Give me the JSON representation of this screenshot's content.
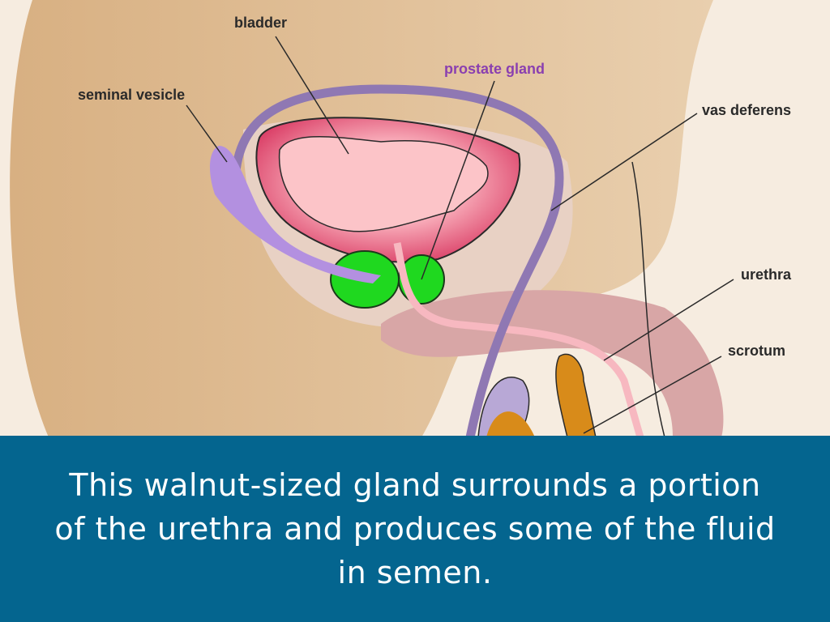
{
  "diagram": {
    "labels": {
      "bladder": "bladder",
      "prostate_gland": "prostate gland",
      "seminal_vesicle": "seminal vesicle",
      "vas_deferens": "vas deferens",
      "urethra": "urethra",
      "scrotum": "scrotum"
    },
    "colors": {
      "prostate": "#1fd81f",
      "bladder_wall": "#d93a63",
      "bladder_inner": "#fcc4c8",
      "vas_deferens": "#8f78b3",
      "seminal_vesicle": "#b390e0",
      "highlight_label": "#8a3fb0",
      "caption_bg": "#04658f"
    }
  },
  "caption": "This walnut-sized gland surrounds a portion of the urethra and produces some of the fluid in semen."
}
